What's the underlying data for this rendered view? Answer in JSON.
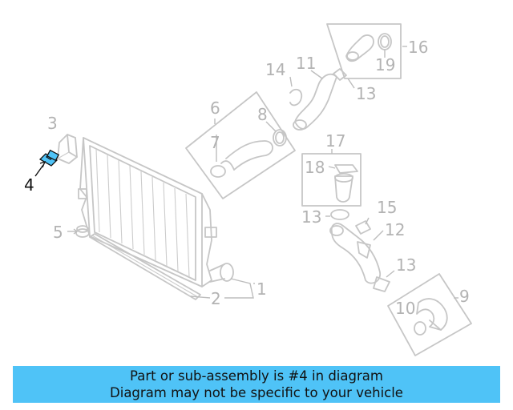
{
  "diagram": {
    "highlighted_callout": "4",
    "callouts": {
      "c1": "1",
      "c2": "2",
      "c3": "3",
      "c4": "4",
      "c5": "5",
      "c6": "6",
      "c7": "7",
      "c8": "8",
      "c9": "9",
      "c10": "10",
      "c11": "11",
      "c12": "12",
      "c13a": "13",
      "c13b": "13",
      "c13c": "13",
      "c14": "14",
      "c15": "15",
      "c16": "16",
      "c17": "17",
      "c18": "18",
      "c19": "19"
    }
  },
  "banner": {
    "line1": "Part or sub-assembly is #4 in diagram",
    "line2": "Diagram may not be specific to your vehicle",
    "color": "#4fc3f7"
  }
}
